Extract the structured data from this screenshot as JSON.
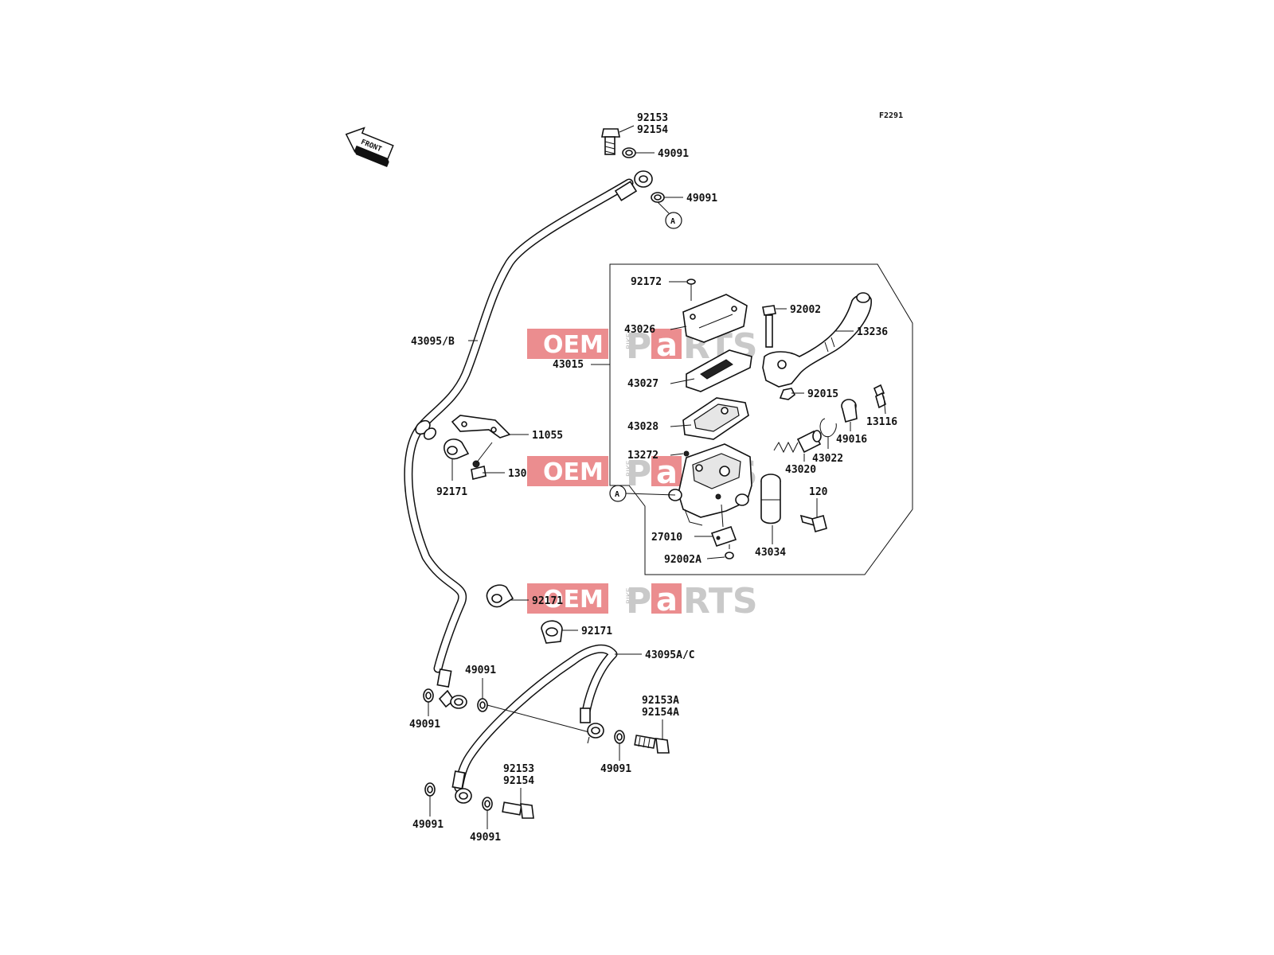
{
  "diagram": {
    "figure_code": "F2291",
    "front_arrow_label": "FRONT",
    "ref_mark": "A",
    "watermark": {
      "left": "OEM",
      "bike": "BIKE",
      "right_p": "P",
      "right_a": "a",
      "right_rts": "RTS"
    },
    "labels": {
      "l92153_top": "92153",
      "l92154_top": "92154",
      "l49091_a": "49091",
      "l49091_b": "49091",
      "l43095b": "43095/B",
      "l92172": "92172",
      "l43026": "43026",
      "l43015": "43015",
      "l43027": "43027",
      "l43028": "43028",
      "l13272": "13272",
      "l92002": "92002",
      "l13236": "13236",
      "l92015": "92015",
      "l13116": "13116",
      "l49016": "49016",
      "l43022": "43022",
      "l43020": "43020",
      "l120": "120",
      "l27010": "27010",
      "l92002a": "92002A",
      "l43034": "43034",
      "l11055": "11055",
      "l130": "130",
      "l92171_a": "92171",
      "l92171_b": "92171",
      "l92171_c": "92171",
      "l43095ac": "43095A/C",
      "l49091_c": "49091",
      "l49091_d": "49091",
      "l92153a": "92153A",
      "l92154a": "92154A",
      "l49091_e": "49091",
      "l92153_bot": "92153",
      "l92154_bot": "92154",
      "l49091_f": "49091",
      "l49091_g": "49091"
    }
  }
}
